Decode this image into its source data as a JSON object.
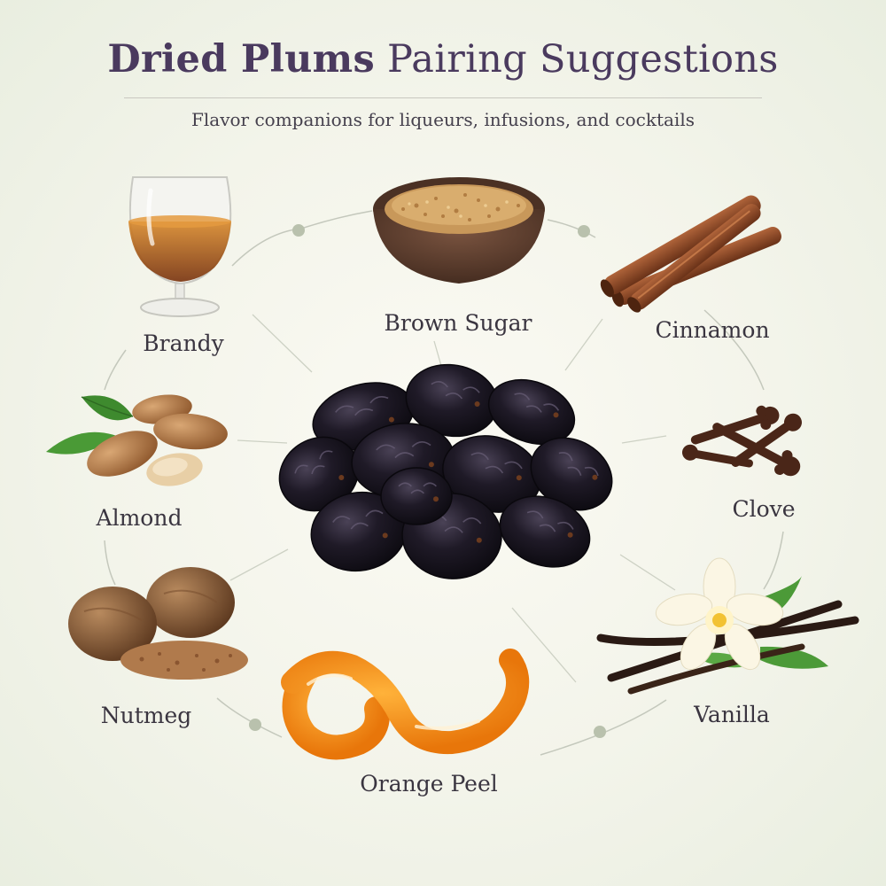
{
  "header": {
    "title_bold": "Dried Plums",
    "title_light": "Pairing Suggestions",
    "subtitle": "Flavor companions for liqueurs, infusions, and cocktails"
  },
  "center": {
    "icon": "dried-plums-pile-icon"
  },
  "pairings": [
    {
      "id": "brandy",
      "label": "Brandy",
      "icon": "brandy-glass-icon"
    },
    {
      "id": "brown-sugar",
      "label": "Brown Sugar",
      "icon": "sugar-bowl-icon"
    },
    {
      "id": "cinnamon",
      "label": "Cinnamon",
      "icon": "cinnamon-sticks-icon"
    },
    {
      "id": "clove",
      "label": "Clove",
      "icon": "cloves-icon"
    },
    {
      "id": "vanilla",
      "label": "Vanilla",
      "icon": "vanilla-flower-icon"
    },
    {
      "id": "orange-peel",
      "label": "Orange Peel",
      "icon": "orange-peel-icon"
    },
    {
      "id": "nutmeg",
      "label": "Nutmeg",
      "icon": "nutmeg-icon"
    },
    {
      "id": "almond",
      "label": "Almond",
      "icon": "almond-icon"
    }
  ],
  "colors": {
    "title": "#4a3a5e",
    "text": "#3a3540",
    "connector": "#c4c8bc",
    "dot": "#b9c1ad",
    "plum": "#1c1824"
  }
}
